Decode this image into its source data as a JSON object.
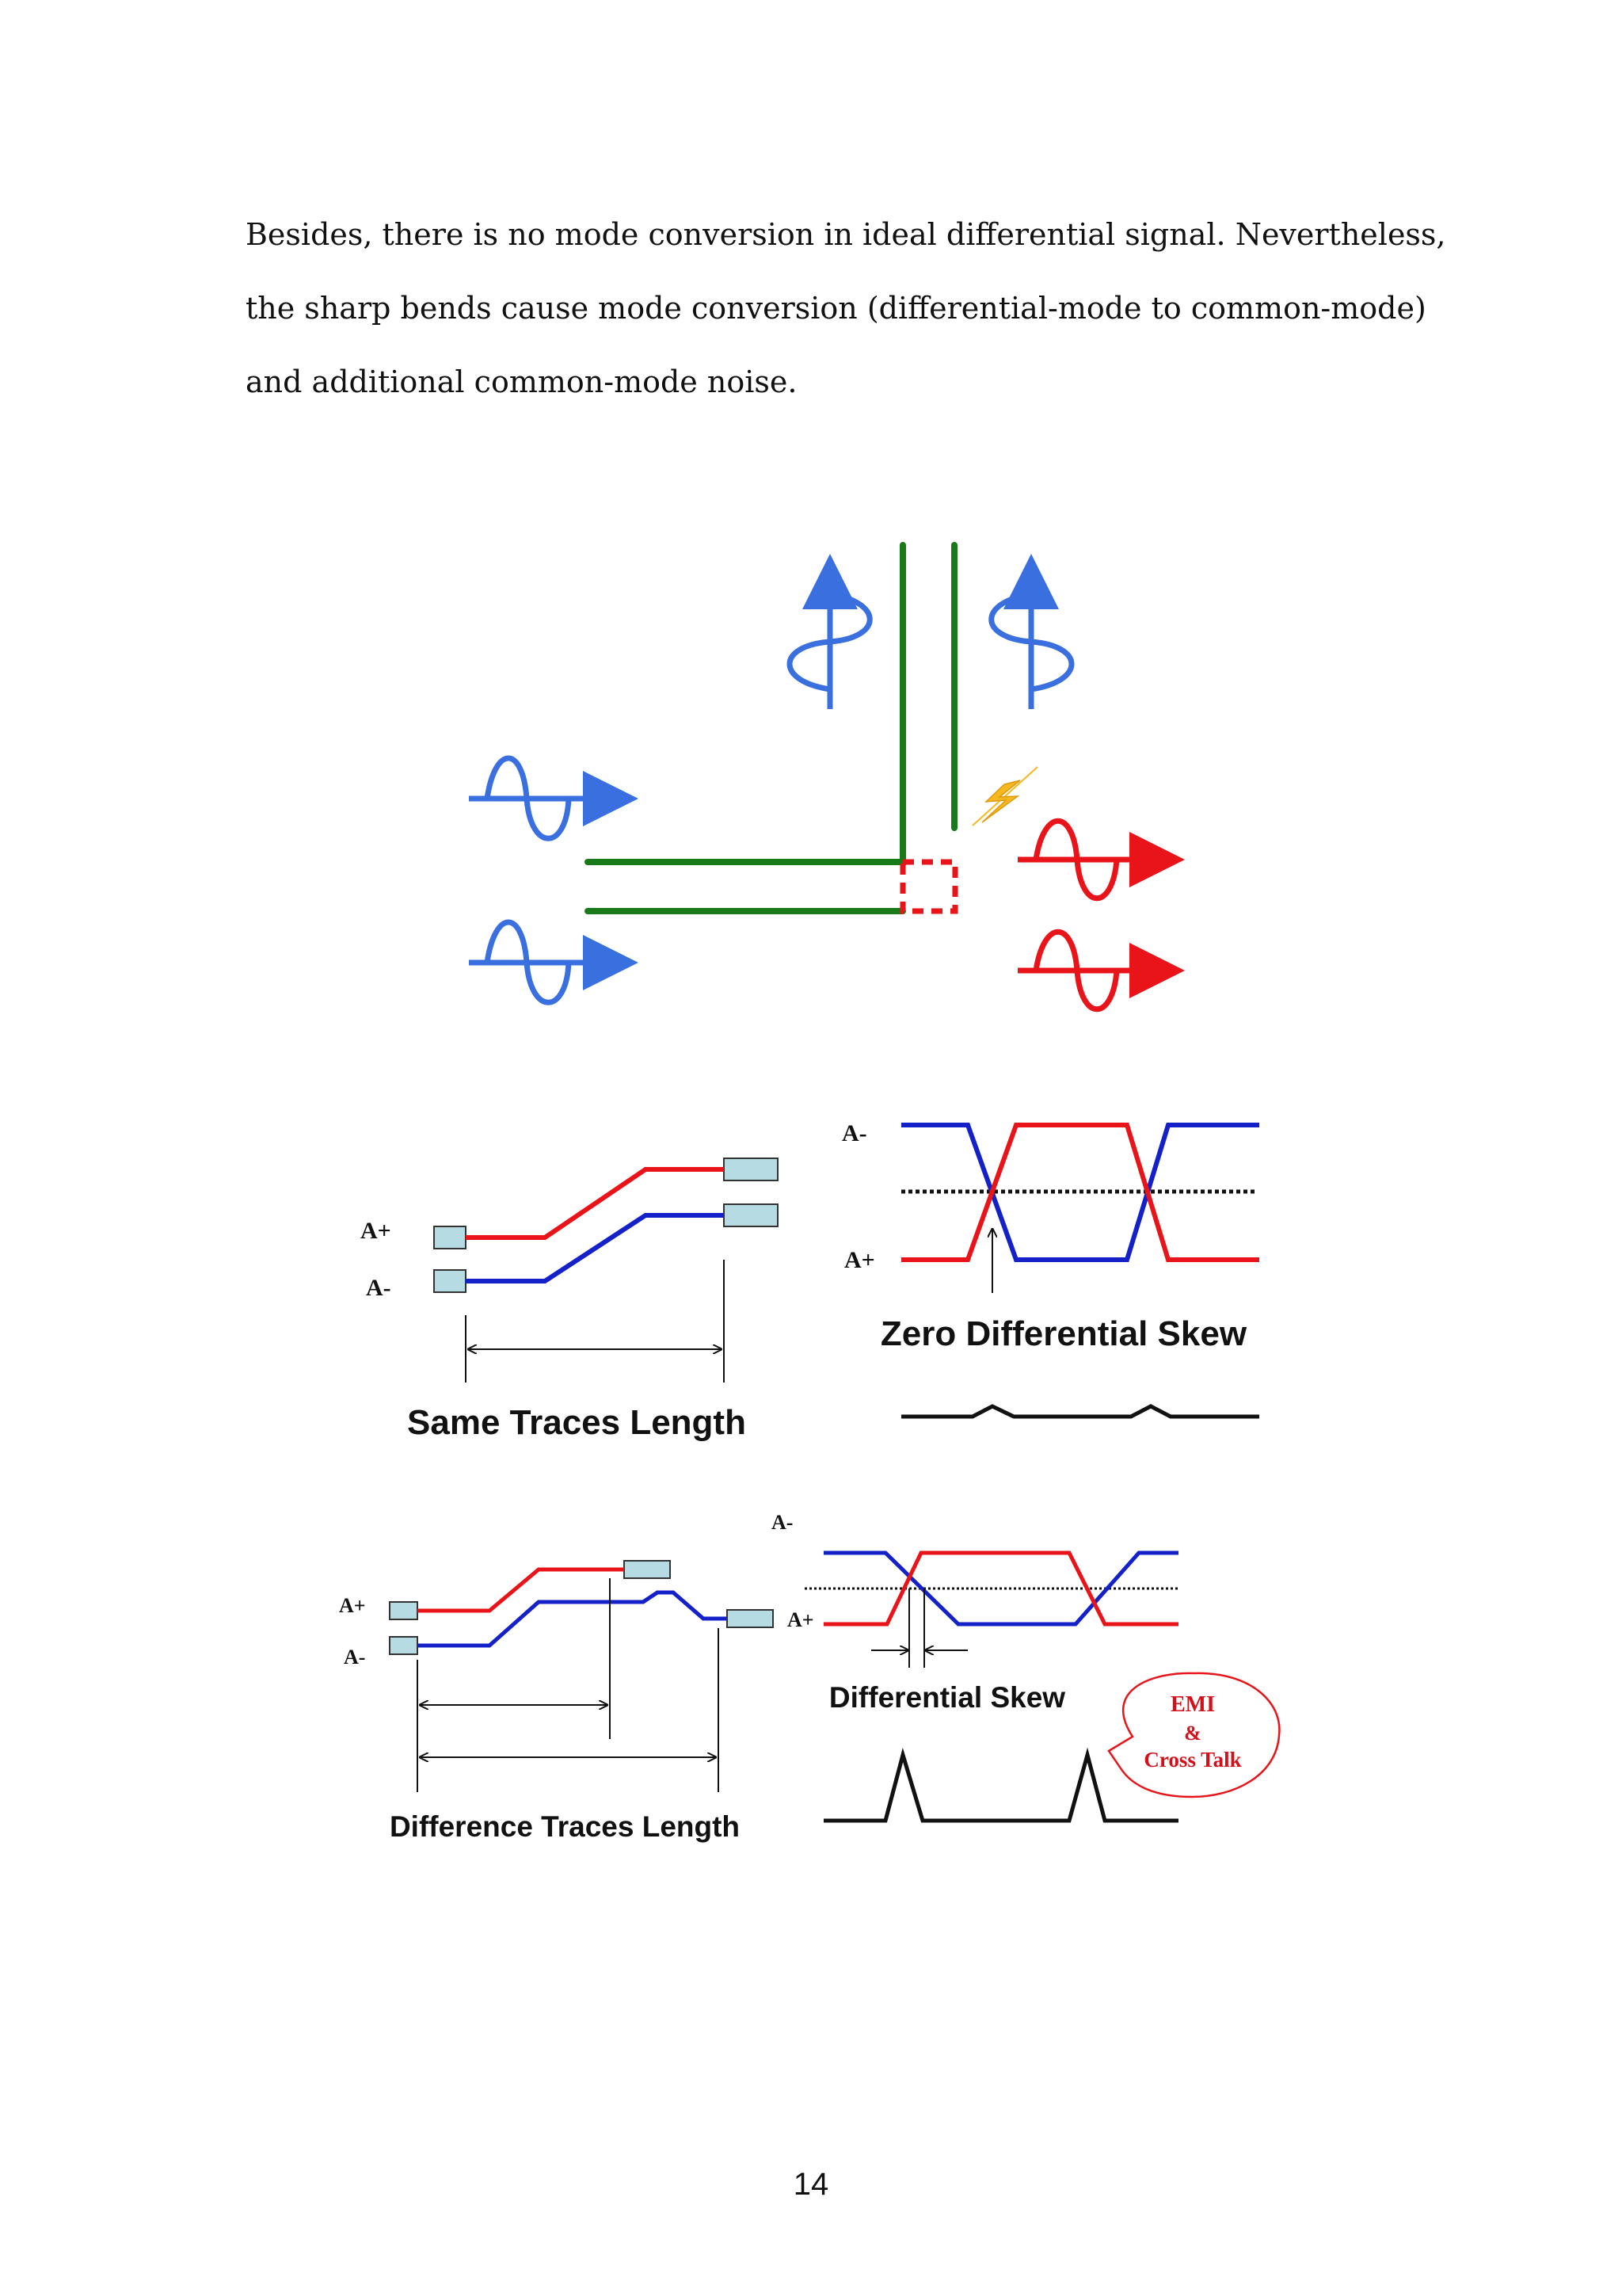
{
  "paragraph": {
    "line1": "Besides, there is no mode conversion in ideal differential signal. Nevertheless,",
    "line2": "the sharp bends cause mode conversion (differential-mode to common-mode)",
    "line3": "and additional common-mode noise."
  },
  "figure_labels": {
    "a_plus": "A+",
    "a_minus": "A-",
    "same_traces_length": "Same Traces Length",
    "zero_differential_skew": "Zero Differential Skew",
    "difference_traces_length": "Difference Traces Length",
    "differential_skew": "Differential Skew",
    "emi": "EMI",
    "ampersand": "&",
    "cross_talk": "Cross Talk"
  },
  "colors": {
    "trace_green": "#1a7a1a",
    "signal_blue": "#3a6fe0",
    "signal_red": "#e8141a",
    "trace_red": "#e8141a",
    "trace_blue": "#1420c8",
    "pad_fill": "#b7dbe2",
    "bolt": "#f5b81f"
  },
  "page_number": "14"
}
